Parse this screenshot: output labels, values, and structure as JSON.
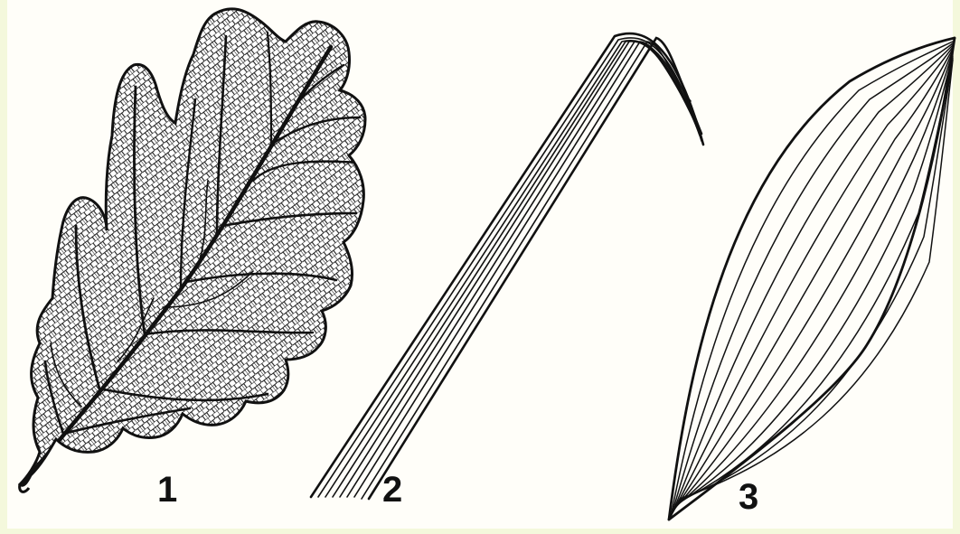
{
  "figure": {
    "labels": [
      "1",
      "2",
      "3"
    ],
    "panels": [
      {
        "id": "1",
        "icon": "oak-leaf-net-venation-icon"
      },
      {
        "id": "2",
        "icon": "grass-blade-parallel-venation-icon"
      },
      {
        "id": "3",
        "icon": "arc-venation-leaf-icon"
      }
    ],
    "colors": {
      "ink": "#111111",
      "background": "#fffef9",
      "border": "#f4f8dc"
    }
  }
}
